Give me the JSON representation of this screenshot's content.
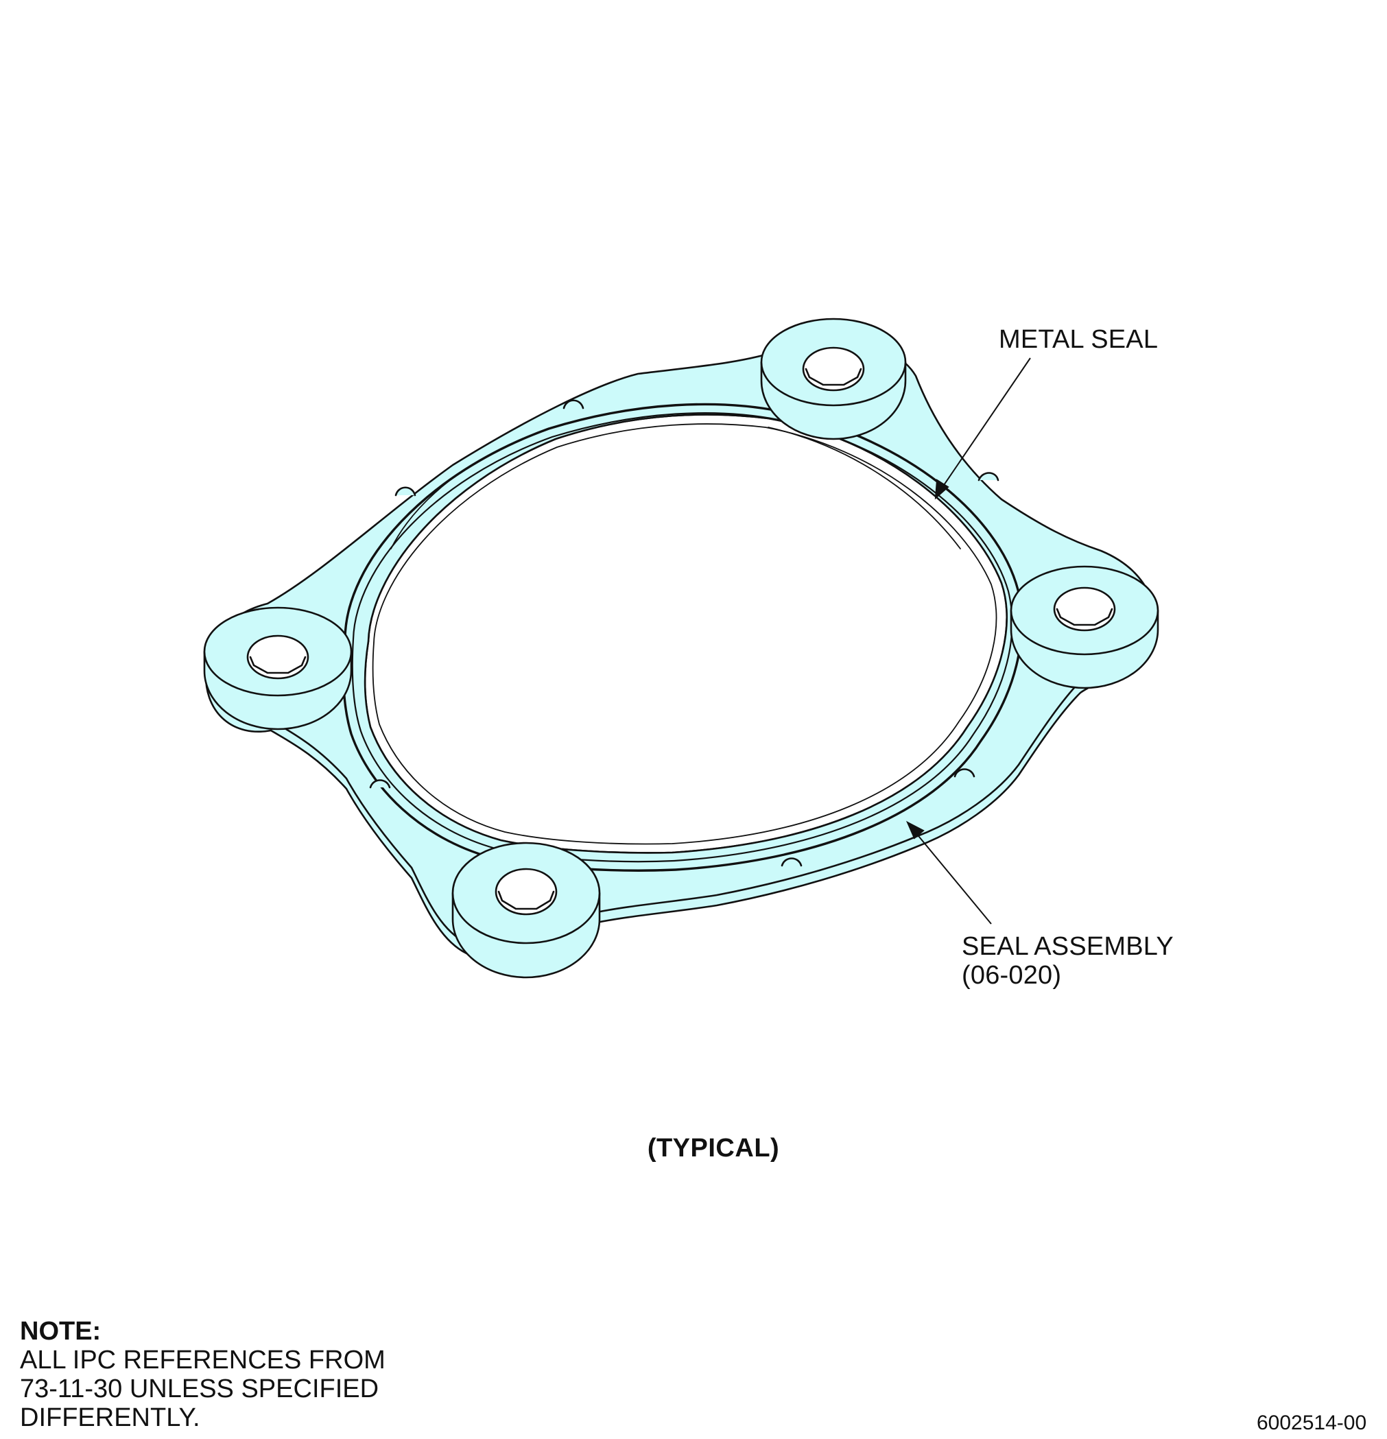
{
  "colors": {
    "fill": "#ccfafa",
    "line": "#111111",
    "background": "#ffffff"
  },
  "callouts": {
    "metal_seal": "METAL SEAL",
    "seal_assembly_line1": "SEAL ASSEMBLY",
    "seal_assembly_line2": "(06-020)"
  },
  "caption": "(TYPICAL)",
  "note": {
    "title": "NOTE:",
    "line1": "ALL IPC REFERENCES FROM",
    "line2": "73-11-30 UNLESS SPECIFIED",
    "line3": "DIFFERENTLY."
  },
  "figure_number": "6002514-00"
}
